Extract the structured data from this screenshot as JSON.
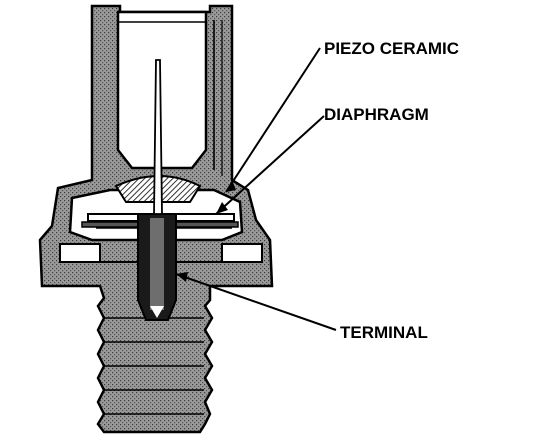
{
  "labels": {
    "piezo": "PIEZO CERAMIC",
    "diaphragm": "DIAPHRAGM",
    "terminal": "TERMINAL"
  },
  "colors": {
    "ink": "#000000",
    "paper": "#ffffff",
    "body_tone": "#8c8c8c"
  }
}
